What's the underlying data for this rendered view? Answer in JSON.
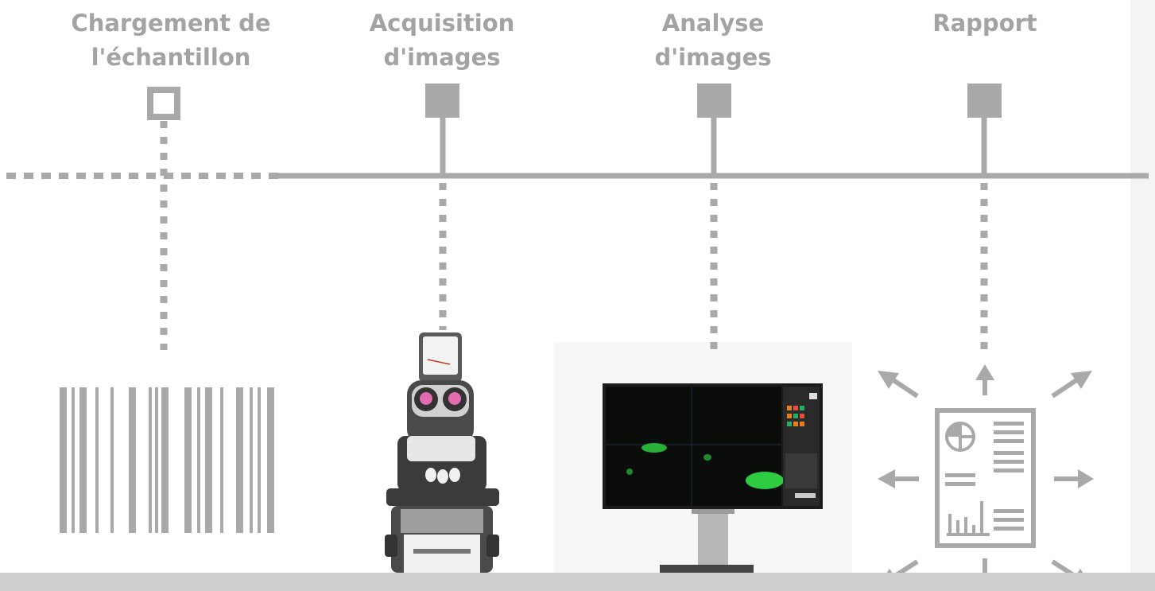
{
  "steps": [
    {
      "id": "sample-loading",
      "line1": "Chargement de",
      "line2": "l'échantillon"
    },
    {
      "id": "image-acquisition",
      "line1": "Acquisition",
      "line2": "d'images"
    },
    {
      "id": "image-analysis",
      "line1": "Analyse",
      "line2": "d'images"
    },
    {
      "id": "report",
      "line1": "Rapport",
      "line2": ""
    }
  ],
  "icons": {
    "sample": "barcode-icon",
    "acquisition": "microscope-icon",
    "analysis": "monitor-icon",
    "report": "report-document-icon"
  },
  "colors": {
    "line": "#a9a9a9",
    "label": "#a3a3a3",
    "floor": "#cfcfcf",
    "screen": "#0a0d0a",
    "signal": "#2ecc40",
    "lens": "#e36bb0"
  }
}
